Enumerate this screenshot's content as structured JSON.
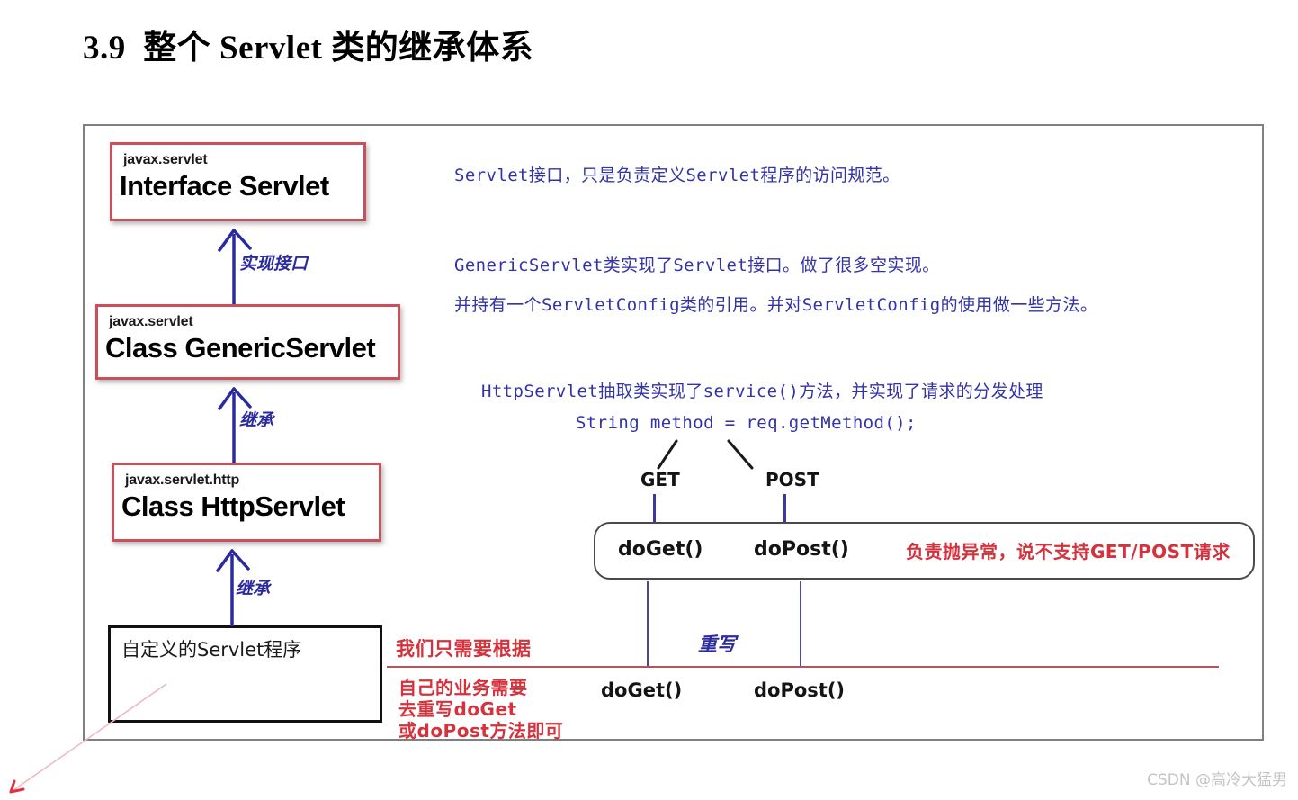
{
  "page": {
    "title": "3.9  整个 Servlet 类的继承体系",
    "watermark": "CSDN @高冷大猛男"
  },
  "colors": {
    "class_box_border": "#c9505a",
    "custom_box_border": "#111111",
    "blue_text": "#3333a8",
    "arrow_blue": "#2b2b9e",
    "red_annotation": "#d4323c",
    "frame_border": "#808080",
    "red_line": "#b5545f",
    "watermark": "#c4c4c4"
  },
  "hierarchy": {
    "boxes": [
      {
        "package": "javax.servlet",
        "name": "Interface Servlet"
      },
      {
        "package": "javax.servlet",
        "name": "Class GenericServlet"
      },
      {
        "package": "javax.servlet.http",
        "name": "Class HttpServlet"
      }
    ],
    "custom_box": {
      "label": "自定义的Servlet程序"
    },
    "arrows": [
      {
        "label": "实现接口"
      },
      {
        "label": "继承"
      },
      {
        "label": "继承"
      }
    ]
  },
  "notes": {
    "servlet_interface": "Servlet接口，只是负责定义Servlet程序的访问规范。",
    "generic_servlet_1": "GenericServlet类实现了Servlet接口。做了很多空实现。",
    "generic_servlet_2": "并持有一个ServletConfig类的引用。并对ServletConfig的使用做一些方法。",
    "http_servlet": "HttpServlet抽取类实现了service()方法，并实现了请求的分发处理",
    "code_line": "String method = req.getMethod();"
  },
  "dispatch": {
    "method_get": "GET",
    "method_post": "POST",
    "do_get": "doGet()",
    "do_post": "doPost()",
    "exception_note": "负责抛异常，说不支持GET/POST请求",
    "override_label": "重写",
    "override_get": "doGet()",
    "override_post": "doPost()"
  },
  "annotations": {
    "top_red": "我们只需要根据",
    "bottom_red_line1": "自己的业务需要",
    "bottom_red_line2": "去重写doGet",
    "bottom_red_line3": "或doPost方法即可"
  }
}
